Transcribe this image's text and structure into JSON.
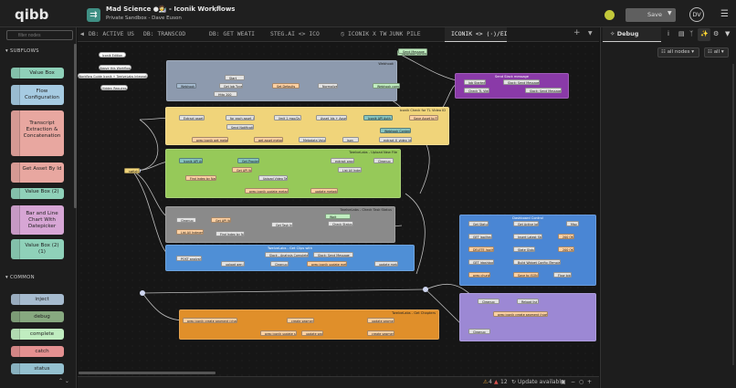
{
  "header": {
    "logo": "qibb",
    "project_title": "Mad Science ●🧑‍🔬 - Iconik Workflows",
    "project_subtitle": "Private Sandbox - Dave Euson",
    "deploy_label": "Save",
    "avatar_initials": "DV"
  },
  "palette": {
    "filter_placeholder": "filter nodes",
    "subflows_title": "SUBFLOWS",
    "subflows": [
      {
        "label": "Value Box",
        "color": "#8fd1b9"
      },
      {
        "label": "Flow Configuration",
        "color": "#a6cbe2"
      },
      {
        "label": "Transcript Extraction & Concatenation",
        "color": "#e8a7a0"
      },
      {
        "label": "Get Asset By Id",
        "color": "#e8a7a0"
      },
      {
        "label": "Value Box (2)",
        "color": "#8fd1b9"
      },
      {
        "label": "Bar and Line Chart With Datepicker",
        "color": "#d7a6d5"
      },
      {
        "label": "Value Box (2) (1)",
        "color": "#8fd1b9"
      }
    ],
    "common_title": "COMMON",
    "common": [
      {
        "label": "inject",
        "color": "#a6bbcf"
      },
      {
        "label": "debug",
        "color": "#87a980"
      },
      {
        "label": "complete",
        "color": "#c0edc0"
      },
      {
        "label": "catch",
        "color": "#e49191"
      },
      {
        "label": "status",
        "color": "#94c1d0"
      }
    ]
  },
  "tabs": [
    {
      "label": "DB: ACTIVE US"
    },
    {
      "label": "DB: TRANSCOD"
    },
    {
      "label": "DB: GET WEATI"
    },
    {
      "label": "STEG.AI <> ICO"
    },
    {
      "label": "⦸ ICONIK X TW"
    },
    {
      "label": "JUNK PILE"
    },
    {
      "label": "ICONIK <> (·)/EI",
      "active": true
    }
  ],
  "footer": {
    "warnings": "4",
    "errors": "12",
    "update": "Update available"
  },
  "sidebar": {
    "debug_title": "Debug",
    "filter_nodes": "all nodes",
    "filter_level": "all"
  },
  "canvas": {
    "groups": [
      {
        "label": "Webhook",
        "color": "#8d9aae"
      },
      {
        "label": "Send Slack message",
        "color": "#8a3aa8"
      },
      {
        "label": "Iconik Check for TL Video ID",
        "color": "#f0d47a"
      },
      {
        "label": "TwelveLabs - Upload New File",
        "color": "#96c959"
      },
      {
        "label": "TwelveLabs - Check Task Status",
        "color": "#8a8a8a"
      },
      {
        "label": "TwelveLabs - Get Clips with",
        "color": "#4f8fd6"
      },
      {
        "label": "Dashboard Control",
        "color": "#4a86d4"
      },
      {
        "label": "TwelveLabs - Get Chapters",
        "color": "#e08f2a"
      },
      {
        "label": "",
        "color": "#9c88d4"
      }
    ],
    "nodes": [
      {
        "label": "Iconik Edition"
      },
      {
        "label": "Above this Workflow"
      },
      {
        "label": "Workflow Guide Iconik + TwelveLabs Integration"
      },
      {
        "label": "Hidden Requires"
      },
      {
        "label": "Webhook Summary"
      },
      {
        "label": "Webhook"
      },
      {
        "label": "Start"
      },
      {
        "label": "Set Defaults"
      },
      {
        "label": "Get Job Type"
      },
      {
        "label": "Normalize"
      },
      {
        "label": "Webhook complete"
      },
      {
        "label": "Http 200"
      },
      {
        "label": "Send Message"
      },
      {
        "label": "Job Started"
      },
      {
        "label": "Slack: Send Message"
      },
      {
        "label": "Check TL Video ID"
      },
      {
        "label": "Slack: Send Message"
      },
      {
        "label": "Extract asset_id"
      },
      {
        "label": "for each asset_id"
      },
      {
        "label": "limit 1 msg/2s"
      },
      {
        "label": "Asset_Ids + Asset_Id"
      },
      {
        "label": "Iconik API Auth"
      },
      {
        "label": "Save Asset to Flow"
      },
      {
        "label": "Send Notification"
      },
      {
        "label": "Webhook Content"
      },
      {
        "label": "prep iconik get metadata"
      },
      {
        "label": "get asset metadata"
      },
      {
        "label": "Metadata Values"
      },
      {
        "label": "json"
      },
      {
        "label": "extract tl_video_id"
      },
      {
        "label": "switch"
      },
      {
        "label": "Iconik API Auth"
      },
      {
        "label": "Get Proxies"
      },
      {
        "label": "extract proxy url"
      },
      {
        "label": "Cleanup"
      },
      {
        "label": "Get API Key"
      },
      {
        "label": "List All Indexes"
      },
      {
        "label": "Find Index by Name"
      },
      {
        "label": "Upload Video Task"
      },
      {
        "label": "prep iconik update metadata"
      },
      {
        "label": "update metadata"
      },
      {
        "label": "Cleanup"
      },
      {
        "label": "Get API Key"
      },
      {
        "label": "Get Task Info"
      },
      {
        "label": "Check Status"
      },
      {
        "label": "List All Indexes"
      },
      {
        "label": "Find Index by Name"
      },
      {
        "label": "Wait"
      },
      {
        "label": "POST analysis"
      },
      {
        "label": "Slack - Analysis Complete"
      },
      {
        "label": "Slack: Send Message"
      },
      {
        "label": "upload gen info"
      },
      {
        "label": "Cleanup"
      },
      {
        "label": "prep iconik update metadata"
      },
      {
        "label": "update metadata"
      },
      {
        "label": "Get Status"
      },
      {
        "label": "Get Active Jobs"
      },
      {
        "label": "Msg"
      },
      {
        "label": "GET /api/health"
      },
      {
        "label": "Insert Latest Status"
      },
      {
        "label": "200 OK"
      },
      {
        "label": "DELETE /api/health"
      },
      {
        "label": "State Global"
      },
      {
        "label": "200 OK"
      },
      {
        "label": "GET /dashboard"
      },
      {
        "label": "Build Widget Config (Template)"
      },
      {
        "label": "prep chunk data"
      },
      {
        "label": "Save to JSON DB"
      },
      {
        "label": "Flow Job"
      },
      {
        "label": "Cleanup"
      },
      {
        "label": "Reload list"
      },
      {
        "label": "prep iconik create segment (highlights)"
      },
      {
        "label": "Cleanup"
      },
      {
        "label": "prep iconik create segment (chapters)"
      },
      {
        "label": "create segment"
      },
      {
        "label": "update segment"
      },
      {
        "label": "prep iconik update segment"
      },
      {
        "label": "create segment"
      },
      {
        "label": "update segment"
      }
    ]
  }
}
